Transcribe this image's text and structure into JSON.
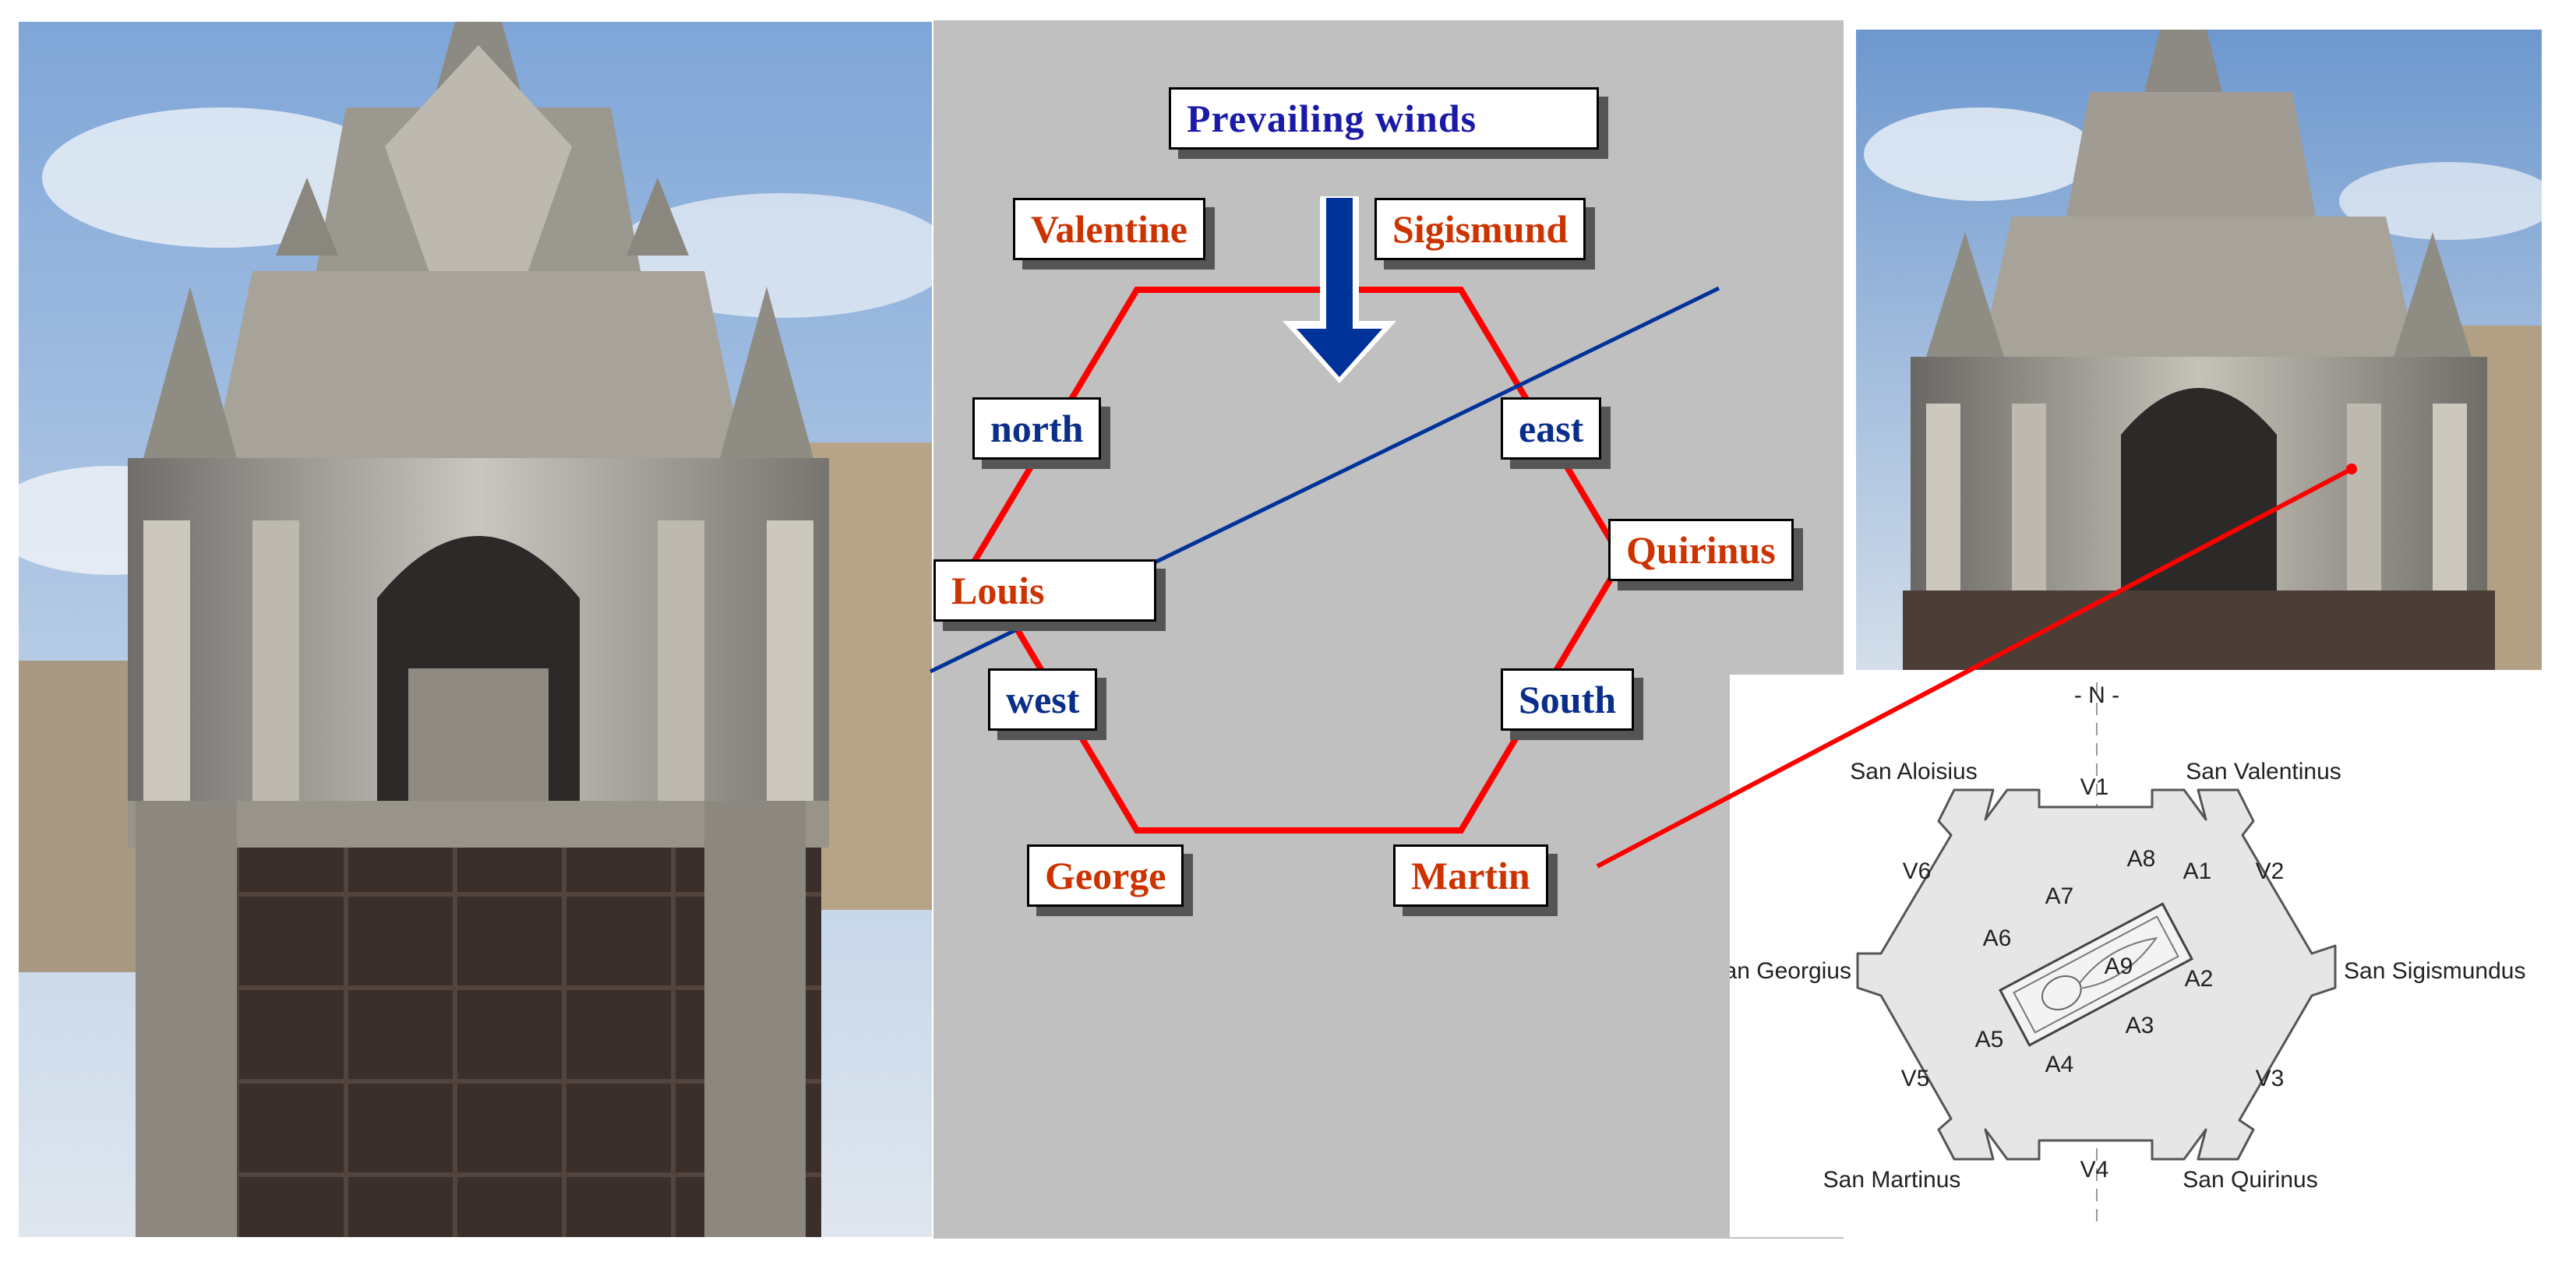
{
  "diagram": {
    "title": "Prevailing winds",
    "saints": {
      "valentine": "Valentine",
      "sigismund": "Sigismund",
      "quirinus": "Quirinus",
      "martin": "Martin",
      "george": "George",
      "louis": "Louis"
    },
    "directions": {
      "north": "north",
      "east": "east",
      "south": "South",
      "west": "west"
    }
  },
  "plan": {
    "north": "- N -",
    "saints": {
      "aloisius": "San Aloisius",
      "valentinus": "San Valentinus",
      "georgius": "San Georgius",
      "sigismundus": "San Sigismundus",
      "martinus": "San Martinus",
      "quirinus": "San Quirinus"
    },
    "vertices": [
      "V1",
      "V2",
      "V3",
      "V4",
      "V5",
      "V6"
    ],
    "areas": [
      "A1",
      "A2",
      "A3",
      "A4",
      "A5",
      "A6",
      "A7",
      "A8",
      "A9"
    ]
  },
  "colors": {
    "saint_text": "#cc3300",
    "direction_text": "#0a2f8a",
    "hexagon": "#ff0000",
    "wind_arrow": "#003399",
    "axis_line": "#003399",
    "pointer_line": "#ff0000",
    "panel_bg": "#c0c0c0"
  }
}
